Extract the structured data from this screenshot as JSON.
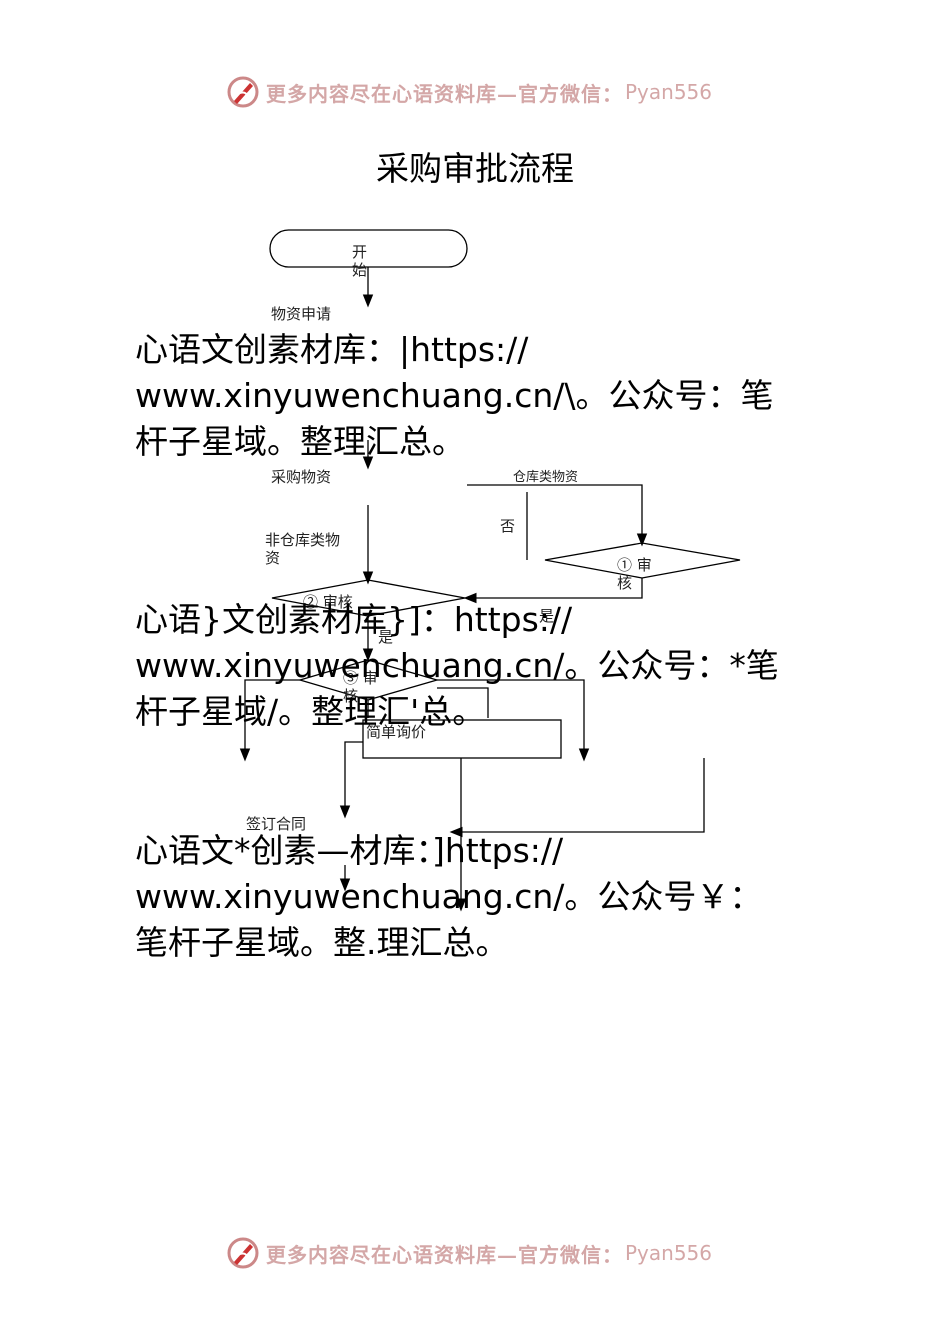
{
  "watermark": {
    "text": "更多内容尽在心语资料库—官方微信：",
    "id": "Pyan556"
  },
  "title": "采购审批流程",
  "flow": {
    "start": "开\n始",
    "request": "物资申请",
    "purchase": "采购物资",
    "warehouse_goods": "仓库类物资",
    "no": "否",
    "non_warehouse": "非仓库类物\n资",
    "review1": "① 审\n核",
    "review2": "② 审核",
    "yes1": "是",
    "yes2": "是",
    "review3": "③ 审\n核",
    "inquiry": "简单询价",
    "contract": "签订合同"
  },
  "overlays": [
    "心语文创素材库：|https://\nwww.xinyuwenchuang.cn/\\。公众号：笔\n杆子星域。整理汇总。",
    "心语}文创素材库}]：https://\nwww.xinyuwenchuang.cn/。公众号：*笔\n杆子星域/。整理汇'总。",
    "心语文*创素—材库：]https://\nwww.xinyuwenchuang.cn/。公众号￥：\n笔杆子星域。整.理汇总。"
  ],
  "colors": {
    "watermark": "#d4a7a7",
    "line": "#000000"
  }
}
